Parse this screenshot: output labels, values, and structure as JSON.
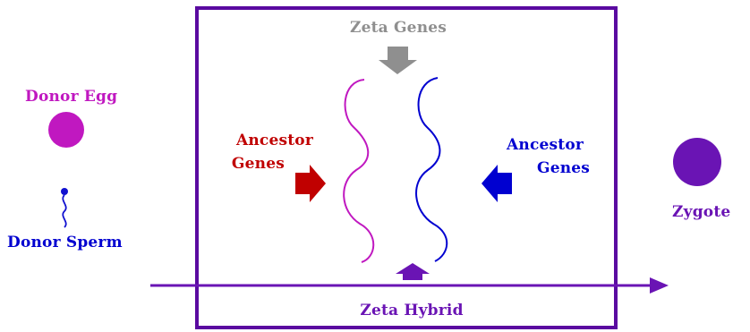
{
  "colors": {
    "frame": "#5a0aa0",
    "zeta": "#8f8f8f",
    "magenta": "#c018c0",
    "ancestor_red": "#c00000",
    "blue": "#0000d0",
    "purple": "#6a14b4"
  },
  "labels": {
    "zeta_genes": "Zeta Genes",
    "donor_egg": "Donor Egg",
    "donor_sperm": "Donor Sperm",
    "ancestor_left_1": "Ancestor",
    "ancestor_left_2": "Genes",
    "ancestor_right_1": "Ancestor",
    "ancestor_right_2": "Genes",
    "zygote": "Zygote",
    "zeta_hybrid": "Zeta Hybrid"
  }
}
